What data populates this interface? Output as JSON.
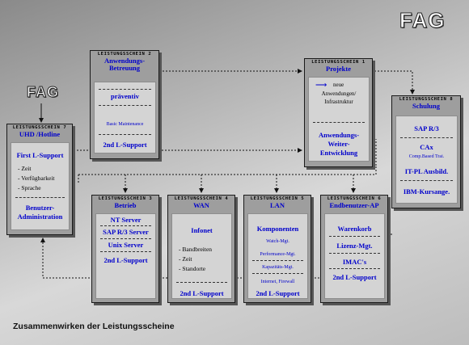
{
  "logos": {
    "top_right": "FAG",
    "left": "FAG"
  },
  "caption": "Zusammenwirken der Leistungsscheine",
  "boxes": {
    "b1": {
      "header": "LEISTUNGSSCHEIN 1",
      "title": "Projekte",
      "arrow_text_1": "neue",
      "arrow_text_2": "Anwendungen/",
      "arrow_text_3": "Infrastruktur",
      "lower_1": "Anwendungs-",
      "lower_2": "Weiter-",
      "lower_3": "Entwicklung"
    },
    "b2": {
      "header": "LEISTUNGSSCHEIN 2",
      "title_1": "Anwendungs-",
      "title_2": "Betreuung",
      "item_1": "präventiv",
      "item_2": "Basic Maintenance",
      "item_3": "2nd L-Support"
    },
    "b3": {
      "header": "LEISTUNGSSCHEIN 3",
      "title": "Betrieb",
      "items": [
        "NT Server",
        "SAP R/3 Server",
        "Unix Server",
        "2nd L-Support"
      ]
    },
    "b4": {
      "header": "LEISTUNGSSCHEIN 4",
      "title": "WAN",
      "main": "Infonet",
      "bullets": [
        "Bandbreiten",
        "Zeit",
        "Standorte"
      ],
      "bottom": "2nd L-Support"
    },
    "b5": {
      "header": "LEISTUNGSSCHEIN 5",
      "title": "LAN",
      "main": "Komponenten",
      "sub": [
        "Watch-Mgt.",
        "Performance-Mgt.",
        "Kapazitäts-Mgt.",
        "Internet, Firewall"
      ],
      "bottom": "2nd L-Support"
    },
    "b6": {
      "header": "LEISTUNGSSCHEIN 6",
      "title": "Endbenutzer-AP",
      "items": [
        "Warenkorb",
        "Lizenz-Mgt.",
        "IMAC's",
        "2nd L-Support"
      ]
    },
    "b7": {
      "header": "LEISTUNGSSCHEIN 7",
      "title": "UHD /Hotline",
      "first": "First L-Support",
      "bullets": [
        "Zeit",
        "Verfügbarkeit",
        "Sprache"
      ],
      "admin_1": "Benutzer-",
      "admin_2": "Administration"
    },
    "b8": {
      "header": "LEISTUNGSSCHEIN 8",
      "title": "Schulung",
      "items": [
        "SAP R/3",
        "CAx",
        "Comp.Based Trai.",
        "IT-PL Ausbild.",
        "IBM-Kursange."
      ]
    }
  }
}
